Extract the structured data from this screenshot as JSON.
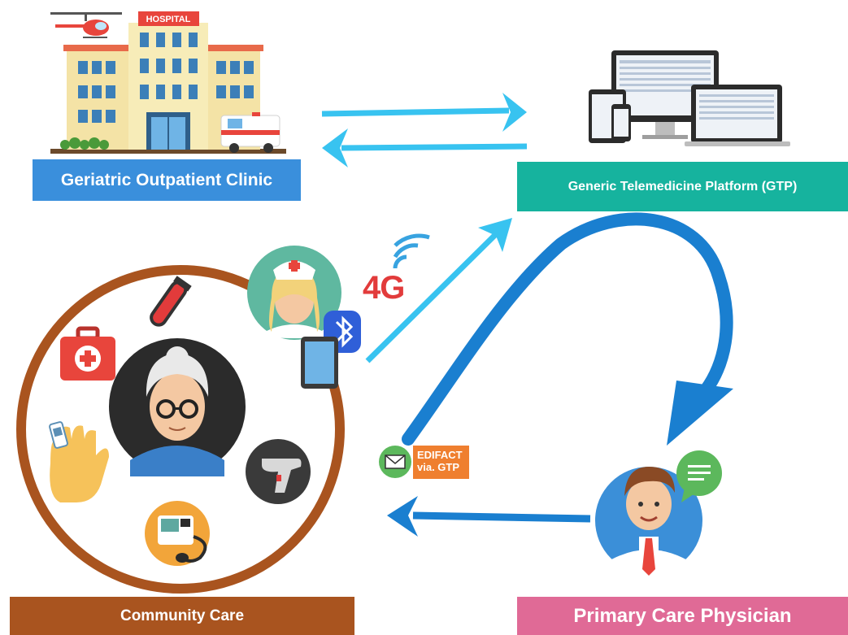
{
  "nodes": {
    "geriatric_clinic": "Geriatric Outpatient Clinic",
    "gtp": "Generic Telemedicine Platform (GTP)",
    "community_care": "Community Care",
    "primary_care_physician": "Primary Care Physician"
  },
  "annotations": {
    "hospital_sign": "HOSPITAL",
    "network": "4G",
    "edifact_line1": "EDIFACT",
    "edifact_line2": "via. GTP"
  },
  "colors": {
    "geriatric_label": "#3a8fdc",
    "gtp_label": "#16b39e",
    "community_label": "#a9541f",
    "pcp_label": "#e06a96",
    "light_arrow": "#38c3f0",
    "dark_arrow": "#1a7fd0",
    "community_ring": "#a9541f"
  },
  "icons": [
    "hospital-icon",
    "ambulance-icon",
    "helicopter-icon",
    "devices-icon",
    "nurse-icon",
    "bluetooth-icon",
    "tablet-icon",
    "test-tube-icon",
    "first-aid-kit-icon",
    "elderly-woman-icon",
    "hand-sensor-icon",
    "thermometer-scanner-icon",
    "blood-pressure-monitor-icon",
    "email-icon",
    "doctor-icon",
    "chat-bubble-icon",
    "wifi-signal-icon"
  ]
}
